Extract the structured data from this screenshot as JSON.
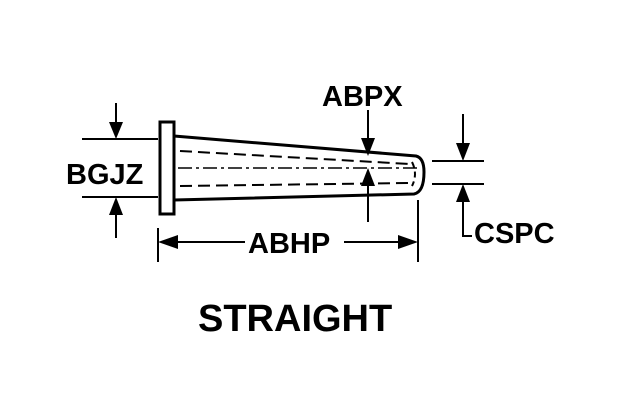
{
  "diagram": {
    "labels": {
      "bgjz": "BGJZ",
      "abpx": "ABPX",
      "abhp": "ABHP",
      "cspc": "CSPC"
    },
    "caption": "STRAIGHT"
  }
}
